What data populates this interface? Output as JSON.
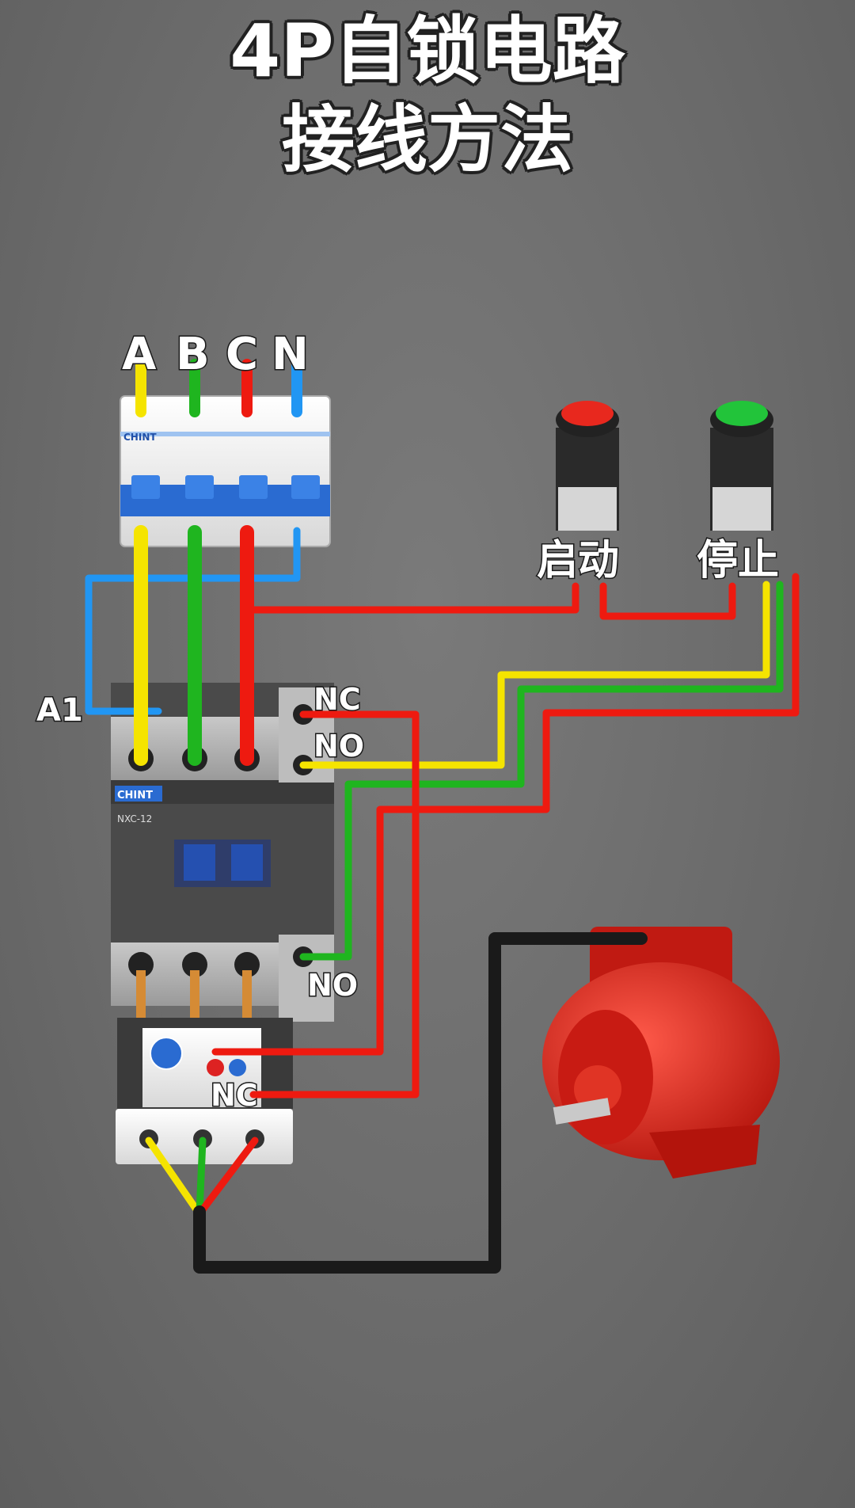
{
  "title": {
    "line1": "4P自锁电路",
    "line2": "接线方法"
  },
  "phases": {
    "a": "A",
    "b": "B",
    "c": "C",
    "n": "N"
  },
  "labels": {
    "a1": "A1",
    "contactor_nc": "NC",
    "contactor_no_top": "NO",
    "contactor_no_bottom": "NO",
    "relay_nc": "NC",
    "start": "启动",
    "stop": "停止"
  },
  "devices": {
    "breaker_brand": "CHINT",
    "contactor_brand": "CHINT",
    "contactor_model": "NXC-12"
  },
  "colors": {
    "phase_a": "#f5e400",
    "phase_b": "#1fb51f",
    "phase_c": "#ee1a10",
    "neutral": "#2196f3",
    "motor_cable": "#1a1a1a",
    "start_button": "#e8281e",
    "stop_button": "#22c43a",
    "motor": "#e0261c"
  }
}
